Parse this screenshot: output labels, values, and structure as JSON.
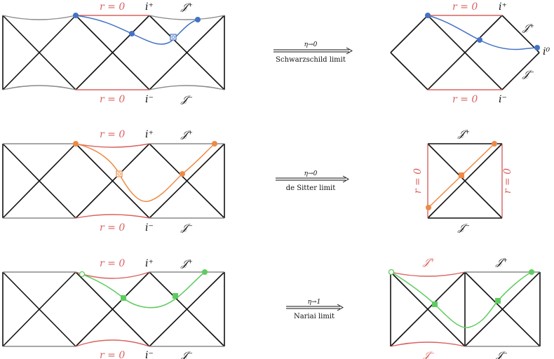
{
  "colors": {
    "black": "#111111",
    "gray": "#8a8a8a",
    "red": "#d9625f",
    "blue": "#4472c4",
    "orange": "#ee8a45",
    "green": "#5ecb5e"
  },
  "labels": {
    "r0": "r = 0",
    "i_plus": "i⁺",
    "i_minus": "i⁻",
    "scri_plus": "𝒥⁺",
    "scri_minus": "𝒥⁻",
    "i0": "i⁰"
  },
  "arrows": {
    "schwarzschild": {
      "top": "η→0",
      "bottom": "Schwarzschild limit"
    },
    "desitter": {
      "top": "η→0",
      "bottom": "de Sitter limit"
    },
    "nariai": {
      "top": "η→1",
      "bottom": "Nariai limit"
    }
  }
}
